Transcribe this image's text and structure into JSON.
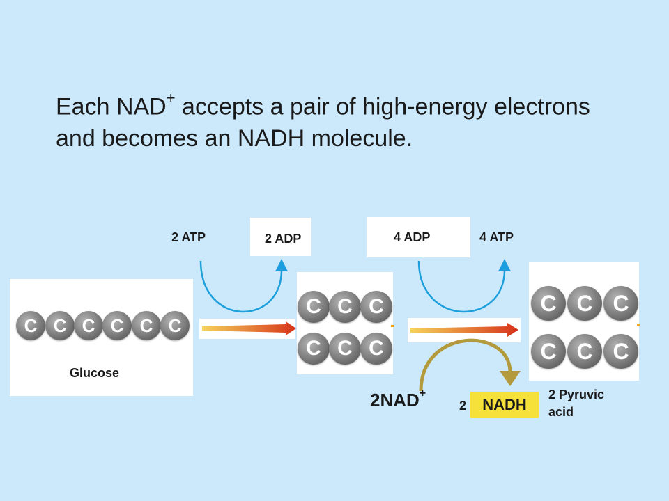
{
  "caption": {
    "line1_prefix": "Each NAD",
    "line1_sup": "+",
    "line1_suffix": " accepts a pair of high-energy electrons",
    "line2": "and becomes an NADH molecule."
  },
  "diagram": {
    "glucose": {
      "label": "Glucose",
      "atoms": [
        "C",
        "C",
        "C",
        "C",
        "C",
        "C"
      ]
    },
    "step1": {
      "atp_label": "2 ATP",
      "adp_label": "2 ADP"
    },
    "intermediate": {
      "top_atoms": [
        "C",
        "C",
        "C"
      ],
      "bottom_atoms": [
        "C",
        "C",
        "C"
      ]
    },
    "step2": {
      "adp_label": "4 ADP",
      "atp_label": "4 ATP"
    },
    "pyruvic": {
      "top_atoms": [
        "C",
        "C",
        "C"
      ],
      "bottom_atoms": [
        "C",
        "C",
        "C"
      ],
      "label_line1": "2 Pyruvic",
      "label_line2": "acid"
    },
    "nad": {
      "label": "2NAD",
      "sup": "+"
    },
    "nadh": {
      "count": "2",
      "label": "NADH"
    }
  },
  "colors": {
    "background": "#cce9fb",
    "curve_arrow": "#1c9fdc",
    "nad_arrow": "#b39a3d",
    "nadh_box": "#f6e03a",
    "reaction_arrow_start": "#f6d35a",
    "reaction_arrow_end": "#d6331a"
  }
}
